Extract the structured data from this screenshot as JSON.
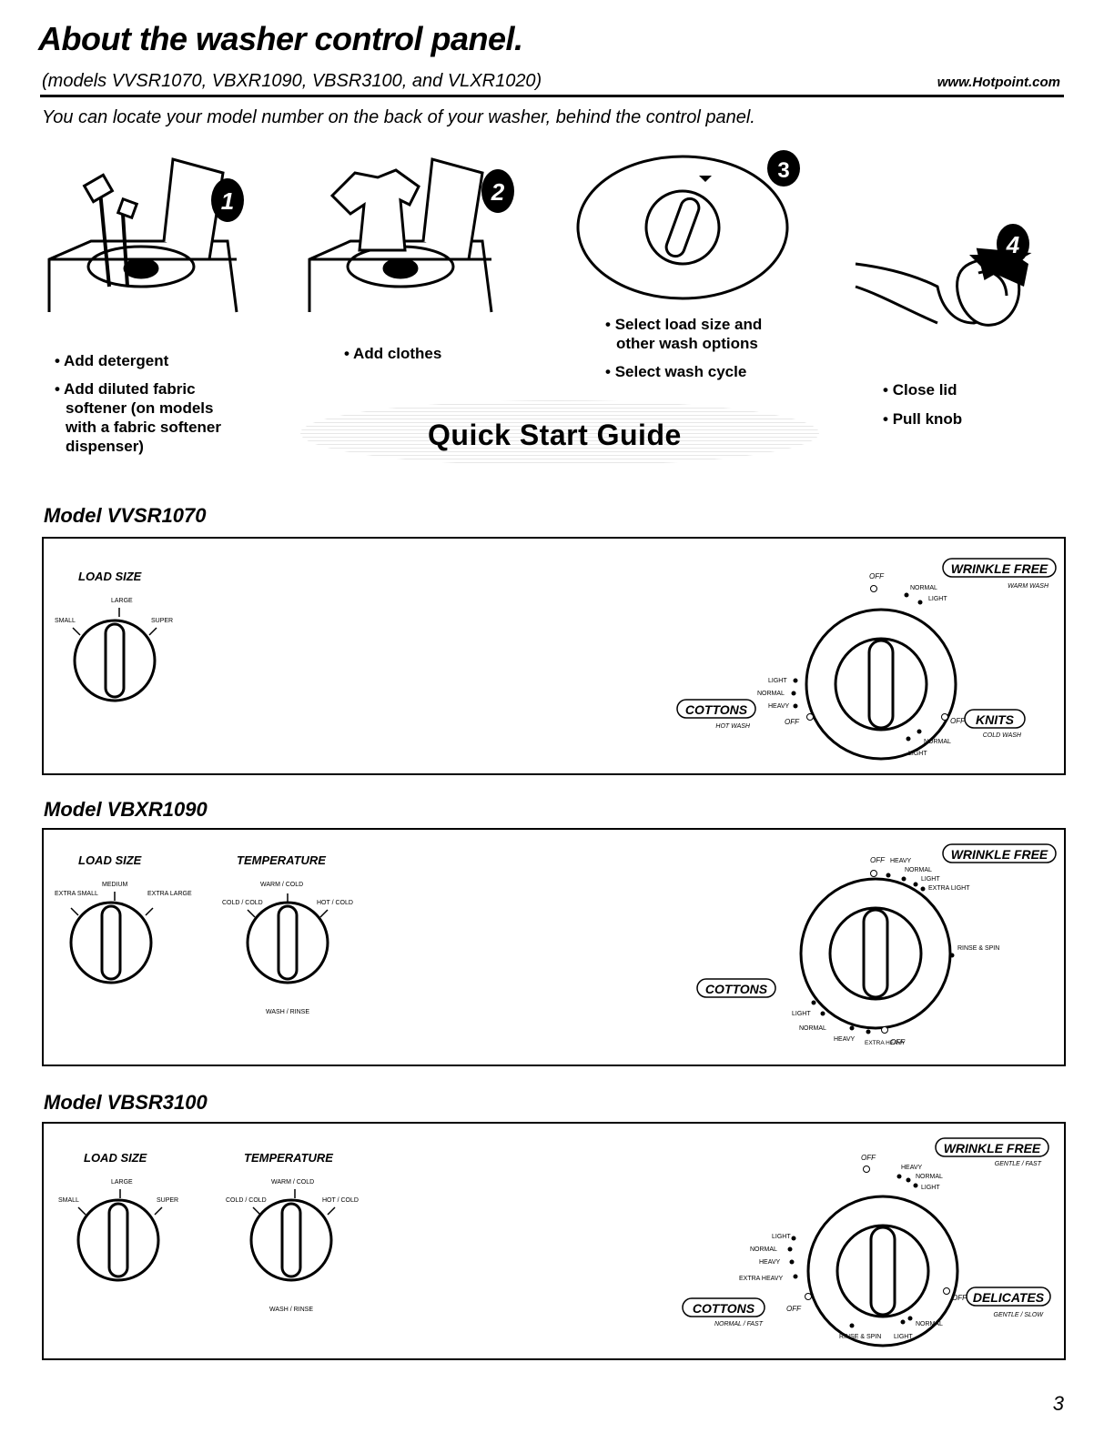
{
  "header": {
    "title": "About the washer control panel.",
    "subtitle": "(models VVSR1070, VBXR1090, VBSR3100, and VLXR1020)",
    "url": "www.Hotpoint.com",
    "locate_note": "You can locate your model number on the back of your washer, behind the control panel."
  },
  "quick_start": {
    "title": "Quick Start Guide",
    "steps": [
      {
        "number": "1",
        "items": [
          "Add detergent",
          "Add diluted fabric softener (on models with a fabric softener dispenser)"
        ]
      },
      {
        "number": "2",
        "items": [
          "Add clothes"
        ]
      },
      {
        "number": "3",
        "items": [
          "Select load size and other wash options",
          "Select wash cycle"
        ]
      },
      {
        "number": "4",
        "items": [
          "Close lid",
          "Pull knob"
        ]
      }
    ]
  },
  "models": [
    {
      "name": "Model VVSR1070",
      "load_size": {
        "label": "LOAD SIZE",
        "top": "LARGE",
        "left": "SMALL",
        "right": "SUPER"
      },
      "cycle": {
        "off_top": "OFF",
        "wf_label": "WRINKLE FREE",
        "wf_sub": "WARM WASH",
        "wf_normal": "NORMAL",
        "wf_light": "LIGHT",
        "c_light": "LIGHT",
        "c_normal": "NORMAL",
        "c_heavy": "HEAVY",
        "c_off": "OFF",
        "c_label": "COTTONS",
        "c_sub": "HOT WASH",
        "k_off": "OFF",
        "k_label": "KNITS",
        "k_sub": "COLD WASH",
        "k_normal": "NORMAL",
        "k_light": "LIGHT"
      }
    },
    {
      "name": "Model VBXR1090",
      "load_size": {
        "label": "LOAD SIZE",
        "top": "MEDIUM",
        "left": "EXTRA SMALL",
        "right": "EXTRA LARGE"
      },
      "temperature": {
        "label": "TEMPERATURE",
        "top": "WARM / COLD",
        "left": "COLD / COLD",
        "right": "HOT / COLD",
        "bottom": "WASH / RINSE"
      },
      "cycle": {
        "off_top": "OFF",
        "wf_label": "WRINKLE FREE",
        "wf_heavy": "HEAVY",
        "wf_normal": "NORMAL",
        "wf_light": "LIGHT",
        "wf_extra_light": "EXTRA LIGHT",
        "rinse_spin": "RINSE & SPIN",
        "c_label": "COTTONS",
        "c_light": "LIGHT",
        "c_normal": "NORMAL",
        "c_heavy": "HEAVY",
        "c_extra_heavy": "EXTRA HEAVY",
        "c_off": "OFF"
      }
    },
    {
      "name": "Model VBSR3100",
      "load_size": {
        "label": "LOAD SIZE",
        "top": "LARGE",
        "left": "SMALL",
        "right": "SUPER"
      },
      "temperature": {
        "label": "TEMPERATURE",
        "top": "WARM / COLD",
        "left": "COLD / COLD",
        "right": "HOT / COLD",
        "bottom": "WASH / RINSE"
      },
      "cycle": {
        "off_top": "OFF",
        "wf_label": "WRINKLE FREE",
        "wf_sub": "GENTLE / FAST",
        "wf_heavy": "HEAVY",
        "wf_normal": "NORMAL",
        "wf_light": "LIGHT",
        "c_light": "LIGHT",
        "c_normal": "NORMAL",
        "c_heavy": "HEAVY",
        "c_extra_heavy": "EXTRA HEAVY",
        "c_off": "OFF",
        "c_label": "COTTONS",
        "c_sub": "NORMAL / FAST",
        "d_off": "OFF",
        "d_label": "DELICATES",
        "d_sub": "GENTLE / SLOW",
        "d_normal": "NORMAL",
        "d_light": "LIGHT",
        "rinse_spin": "RINSE & SPIN"
      }
    }
  ],
  "page_number": "3"
}
